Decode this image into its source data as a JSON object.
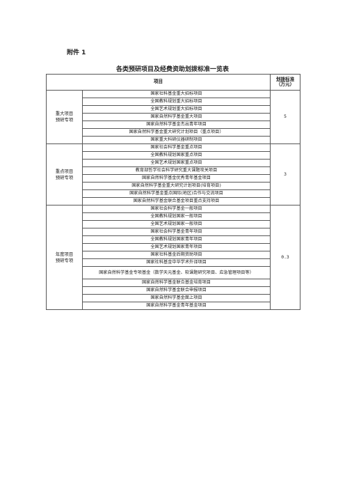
{
  "attachment_label": "附件 1",
  "title": "各类预研项目及经费资助划拨标准一览表",
  "header": {
    "project": "项目",
    "amount": "划拨标准\n（万元）"
  },
  "groups": [
    {
      "category": "重大项目\n预研专项",
      "amount": "5",
      "items": [
        "国家社科基金重大招标项目",
        "全国教科规划重大招标项目",
        "全国艺术规划重大招标项目",
        "国家自然科学基金重大项目",
        "国家自然科学基金杰出青年项目",
        "国家自然科学基金重大研究计划项目（重点项目）",
        "国家重大科研仪器研制项目"
      ]
    },
    {
      "category": "重点项目\n预研专项",
      "amount": "3",
      "items": [
        "国家社会科学基金重点项目",
        "全国教科规划国家重点项目",
        "全国艺术规划国家重点项目",
        "教育部哲学社会科学研究重大课题攻关项目",
        "国家自然科学基金优秀青年基金项目",
        "国家自然科学基金重大研究计划项目(培育项目)",
        "国家自然科学基金重点国际(地区)合作与交流项目",
        "国家自然科学基金联合基金项目重点支持项目"
      ]
    },
    {
      "category": "年度项目\n预研专项",
      "amount": "0.3",
      "items": [
        "国家社会科学基金一般项目",
        "全国教科规划国家一般项目",
        "全国艺术规划国家一般项目",
        "国家社会科学基金青年项目",
        "全国教科规划国家青年项目",
        "全国艺术规划国家青年项目",
        "国家社科基金后期资助项目",
        "国家社科基金中华学术外译项目",
        "国家自然科学基金专项基金（数学天元基金、软课题研究项目、应急管理项目等）",
        "国家自然科学基金联合基金培育项目",
        "国家自然科学基金联合申报项目",
        "国家自然科学基金面上项目",
        "国家自然科学基金青年基金项目"
      ]
    }
  ]
}
